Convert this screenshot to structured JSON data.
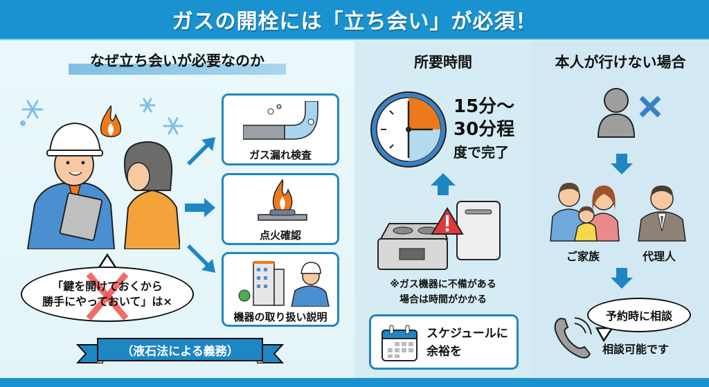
{
  "header": {
    "title": "ガスの開栓には「立ち会い」が必須！"
  },
  "left": {
    "title": "なぜ立ち会いが必要なのか",
    "cards": [
      {
        "label": "ガス漏れ検査",
        "icon": "gas-pipe-leak-icon"
      },
      {
        "label": "点火確認",
        "icon": "gas-burner-flame-icon"
      },
      {
        "label": "機器の取り扱い説明",
        "icon": "technician-building-icon"
      }
    ],
    "bubble": {
      "line1": "「鍵を開けておくから",
      "line2": "勝手にやっておいて」は×"
    },
    "ribbon": "（液石法による義務）"
  },
  "middle": {
    "title": "所要時間",
    "time_line1": "15分～",
    "time_line2": "30分程",
    "time_line3": "度で完了",
    "note_line1": "※ガス機器に不備がある",
    "note_line2": "場合は時間がかかる",
    "schedule_line1": "スケジュールに",
    "schedule_line2": "余裕を"
  },
  "right": {
    "title": "本人が行けない場合",
    "family_label": "ご家族",
    "agent_label": "代理人",
    "bubble": "予約時に相談",
    "consult": "相談可能です"
  },
  "colors": {
    "primary": "#1a92cf",
    "card_border": "#1f86c4",
    "flame": "#f07a1a",
    "warning": "#e03a3a"
  }
}
